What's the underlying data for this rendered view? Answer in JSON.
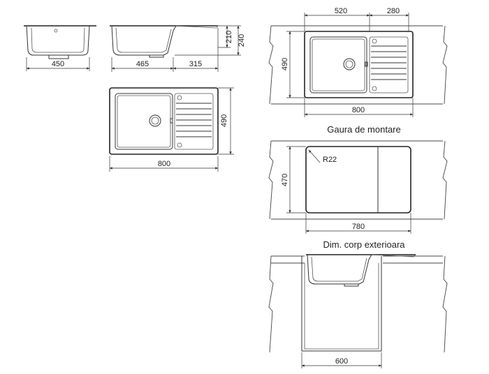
{
  "dims": {
    "side_width": "450",
    "side2_width": "465",
    "drainer_width": "315",
    "depth_inner": "210",
    "depth_outer": "240",
    "top_depth": "490",
    "top_width": "800",
    "cut_bowl": "520",
    "cut_drainer": "280",
    "cut_depth": "490",
    "cut_width": "800",
    "hole_depth": "470",
    "hole_radius": "R22",
    "hole_width": "780",
    "cabinet_width": "600"
  },
  "captions": {
    "mounting": "Gaura de montare",
    "cabinet": "Dim. corp exterioara"
  }
}
